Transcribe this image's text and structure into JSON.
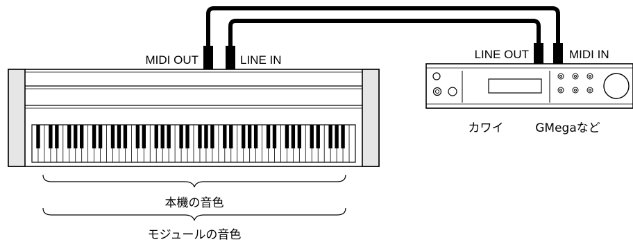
{
  "labels": {
    "midi_out": "MIDI OUT",
    "line_in": "LINE IN",
    "line_out": "LINE OUT",
    "midi_in": "MIDI IN",
    "module_name_left": "カワイ",
    "module_name_right": "GMegaなど",
    "brace_upper": "本機の音色",
    "brace_lower": "モジュールの音色"
  },
  "keyboard": {
    "white_keys": 52
  },
  "colors": {
    "ink": "#000000",
    "body": "#ffffff",
    "side_panel": "#e6e6e6"
  }
}
